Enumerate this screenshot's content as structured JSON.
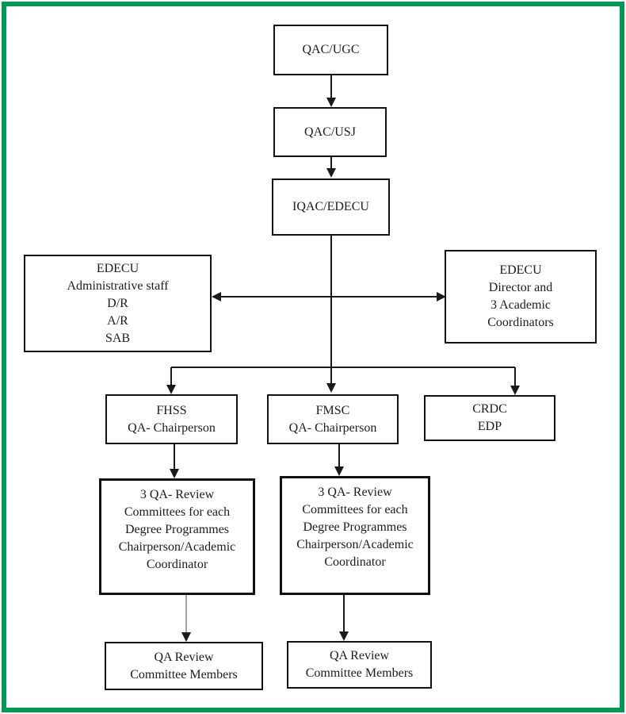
{
  "colors": {
    "frame_color": "#009a52",
    "line_color": "#1a1a1a",
    "muted_line_color": "#a3a3a3"
  },
  "nodes": {
    "qac_ugc": {
      "lines": [
        "QAC/UGC"
      ]
    },
    "qac_usj": {
      "lines": [
        "QAC/USJ"
      ]
    },
    "iqac_edecu": {
      "lines": [
        "IQAC/EDECU"
      ]
    },
    "edecu_admin": {
      "lines": [
        "EDECU",
        "Administrative staff",
        "D/R",
        "A/R",
        "SAB"
      ]
    },
    "edecu_director": {
      "lines": [
        "EDECU",
        "Director and",
        "3 Academic",
        "Coordinators"
      ]
    },
    "fhss": {
      "lines": [
        "FHSS",
        "QA- Chairperson"
      ]
    },
    "fmsc": {
      "lines": [
        "FMSC",
        "QA- Chairperson"
      ]
    },
    "crdc": {
      "lines": [
        "CRDC",
        "EDP"
      ]
    },
    "qa_review_fhss": {
      "lines": [
        "3 QA- Review",
        "Committees for each",
        "Degree Programmes",
        "Chairperson/Academic",
        "Coordinator"
      ]
    },
    "qa_review_fmsc": {
      "lines": [
        "3 QA- Review",
        "Committees for each",
        "Degree Programmes",
        "Chairperson/Academic",
        "Coordinator"
      ]
    },
    "qa_members_fhss": {
      "lines": [
        "QA Review",
        "Committee Members"
      ]
    },
    "qa_members_fmsc": {
      "lines": [
        "QA Review",
        "Committee Members"
      ]
    }
  }
}
